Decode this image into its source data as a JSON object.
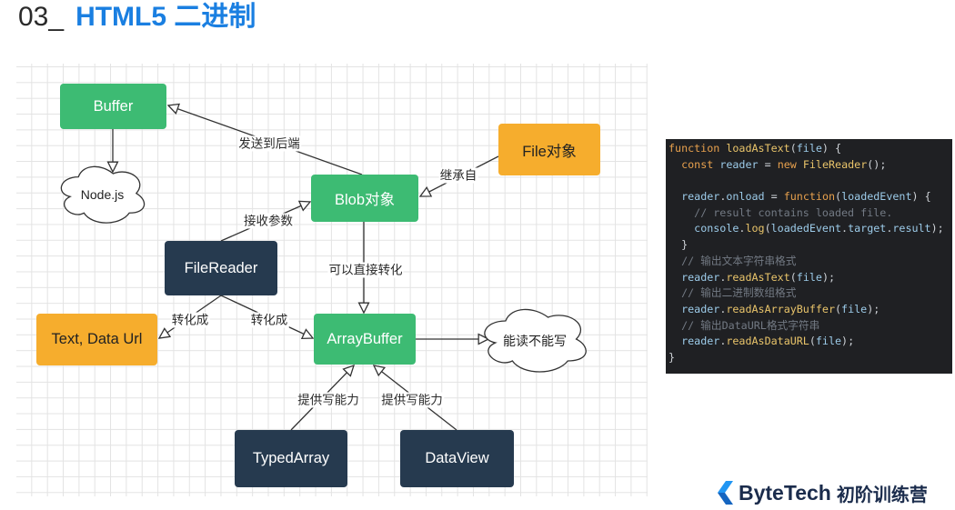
{
  "slide": {
    "title_prefix": "03_",
    "title_main": "HTML5 二进制"
  },
  "colors": {
    "title_accent": "#1a7fe1",
    "node_green": "#3dbb73",
    "node_orange": "#f6ad2d",
    "node_navy": "#263a4f",
    "code_background": "#1f2023",
    "brand_text": "#1b2c4c",
    "brand_blue": "#2196f3"
  },
  "diagram": {
    "nodes": {
      "buffer": "Buffer",
      "nodejs": "Node.js",
      "file": "File对象",
      "blob": "Blob对象",
      "filereader": "FileReader",
      "text_data_url": "Text, Data Url",
      "arraybuffer": "ArrayBuffer",
      "readonly": "能读不能写",
      "typedarray": "TypedArray",
      "dataview": "DataView"
    },
    "edge_labels": {
      "blob_to_buffer": "发送到后端",
      "file_to_blob": "继承自",
      "filereader_to_blob": "接收参数",
      "blob_to_arraybuffer": "可以直接转化",
      "filereader_to_text_data_url": "转化成",
      "filereader_to_arraybuffer": "转化成",
      "typedarray_to_arraybuffer": "提供写能力",
      "dataview_to_arraybuffer": "提供写能力"
    }
  },
  "code": {
    "lines": [
      "function loadAsText(file) {",
      "  const reader = new FileReader();",
      "",
      "  reader.onload = function(loadedEvent) {",
      "    // result contains loaded file.",
      "    console.log(loadedEvent.target.result);",
      "  }",
      "  // 输出文本字符串格式",
      "  reader.readAsText(file);",
      "  // 输出二进制数组格式",
      "  reader.readAsArrayBuffer(file);",
      "  // 输出DataURL格式字符串",
      "  reader.readAsDataURL(file);",
      "}"
    ]
  },
  "brand": {
    "logo_icon": "bytetech-chevron-icon",
    "name": "ByteTech",
    "program": "初阶训练营"
  }
}
